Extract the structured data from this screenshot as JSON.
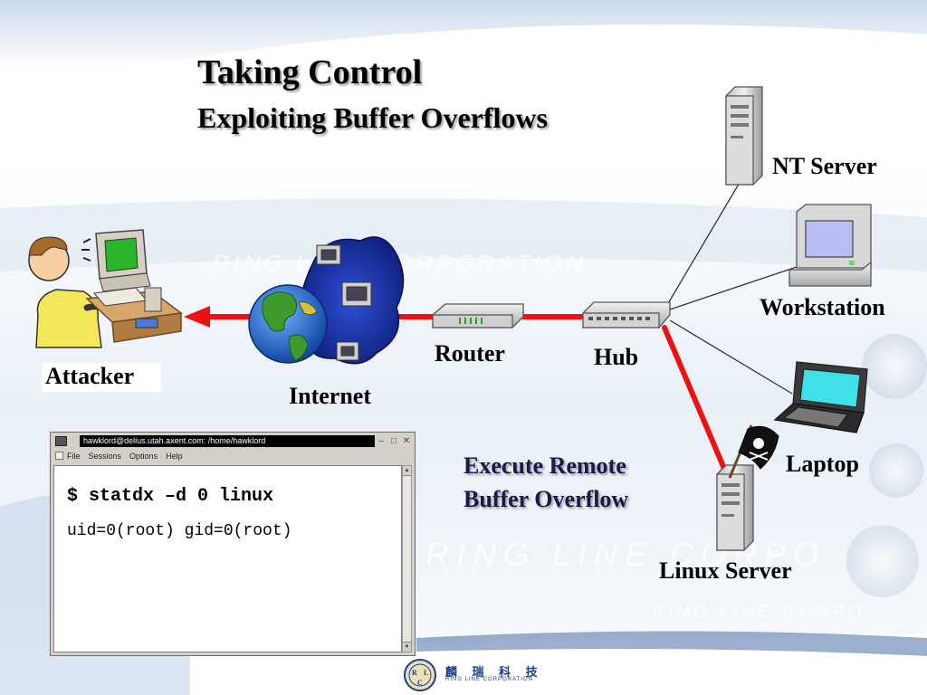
{
  "slide": {
    "title": "Taking Control",
    "subtitle": "Exploiting Buffer Overflows",
    "caption_line1": "Execute Remote",
    "caption_line2": "Buffer Overflow"
  },
  "nodes": {
    "attacker": "Attacker",
    "internet": "Internet",
    "router": "Router",
    "hub": "Hub",
    "nt_server": "NT Server",
    "workstation": "Workstation",
    "laptop": "Laptop",
    "linux_server": "Linux Server"
  },
  "terminal": {
    "title": "hawklord@delius.utah.axent.com: /home/hawklord",
    "menu": [
      "File",
      "Sessions",
      "Options",
      "Help"
    ],
    "command": "$ statdx –d 0 linux",
    "output": "uid=0(root) gid=0(root)"
  },
  "footer": {
    "company_cjk": "麟 瑞 科 技",
    "company_en": "RING LINE CORPORATION",
    "logo_letters": [
      "R",
      "L",
      "C"
    ]
  },
  "colors": {
    "attack_path": "#ee1111",
    "link_line": "#333333",
    "background_band": "#dbe7f3"
  },
  "icons": {
    "attacker": "person-at-computer-icon",
    "internet": "globe-network-icon",
    "router": "router-icon",
    "hub": "hub-icon",
    "nt_server": "tower-server-icon",
    "workstation": "desktop-computer-icon",
    "laptop": "laptop-icon",
    "linux_server": "tower-server-icon",
    "flag": "pirate-flag-icon"
  },
  "watermark": "RING LINE CORPORATION"
}
